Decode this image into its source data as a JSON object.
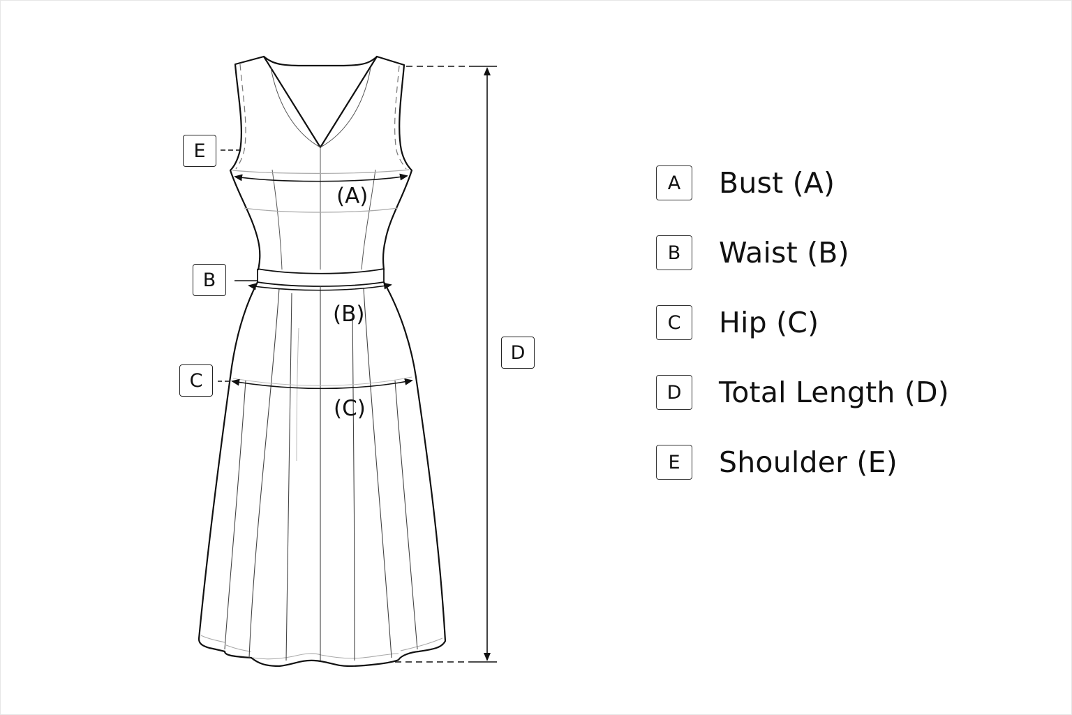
{
  "diagram": {
    "title": "",
    "subject": "sleeveless v-neck midi dress measurement guide",
    "inline_labels": {
      "bust": "(A)",
      "waist": "(B)",
      "hip": "(C)"
    },
    "tags": {
      "shoulder": "E",
      "waist": "B",
      "hip": "C",
      "length": "D"
    },
    "colors": {
      "line": "#111111",
      "light_line": "#9a9a9a",
      "background": "#ffffff"
    }
  },
  "legend": {
    "items": [
      {
        "key": "A",
        "label": "Bust (A)"
      },
      {
        "key": "B",
        "label": "Waist (B)"
      },
      {
        "key": "C",
        "label": "Hip (C)"
      },
      {
        "key": "D",
        "label": "Total Length (D)"
      },
      {
        "key": "E",
        "label": "Shoulder (E)"
      }
    ]
  }
}
